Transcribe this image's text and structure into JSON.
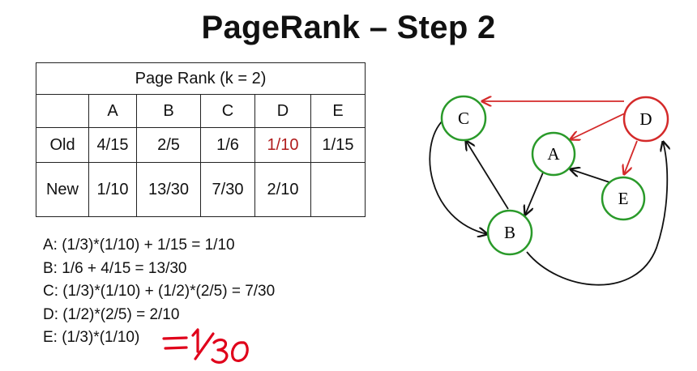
{
  "title": "PageRank – Step 2",
  "table": {
    "caption": "Page Rank (k = 2)",
    "columns": [
      "A",
      "B",
      "C",
      "D",
      "E"
    ],
    "rows": [
      {
        "label": "Old",
        "cells": [
          "4/15",
          "2/5",
          "1/6",
          "1/10",
          "1/15"
        ]
      },
      {
        "label": "New",
        "cells": [
          "1/10",
          "13/30",
          "7/30",
          "2/10",
          ""
        ]
      }
    ],
    "highlight_color": "#b01c1c"
  },
  "equations": [
    "A: (1/3)*(1/10) + 1/15 = 1/10",
    "B: 1/6 + 4/15 = 13/30",
    "C: (1/3)*(1/10) + (1/2)*(2/5) = 7/30",
    "D: (1/2)*(2/5) = 2/10",
    "E: (1/3)*(1/10)"
  ],
  "handwritten": "= 1/30",
  "graph": {
    "nodes": {
      "C": "C",
      "D": "D",
      "A": "A",
      "E": "E",
      "B": "B"
    },
    "colors": {
      "normal": "#2a9a2a",
      "active": "#d42a2a",
      "edge": "#111111",
      "active_edge": "#d42a2a",
      "ink": "#e0001a"
    }
  }
}
